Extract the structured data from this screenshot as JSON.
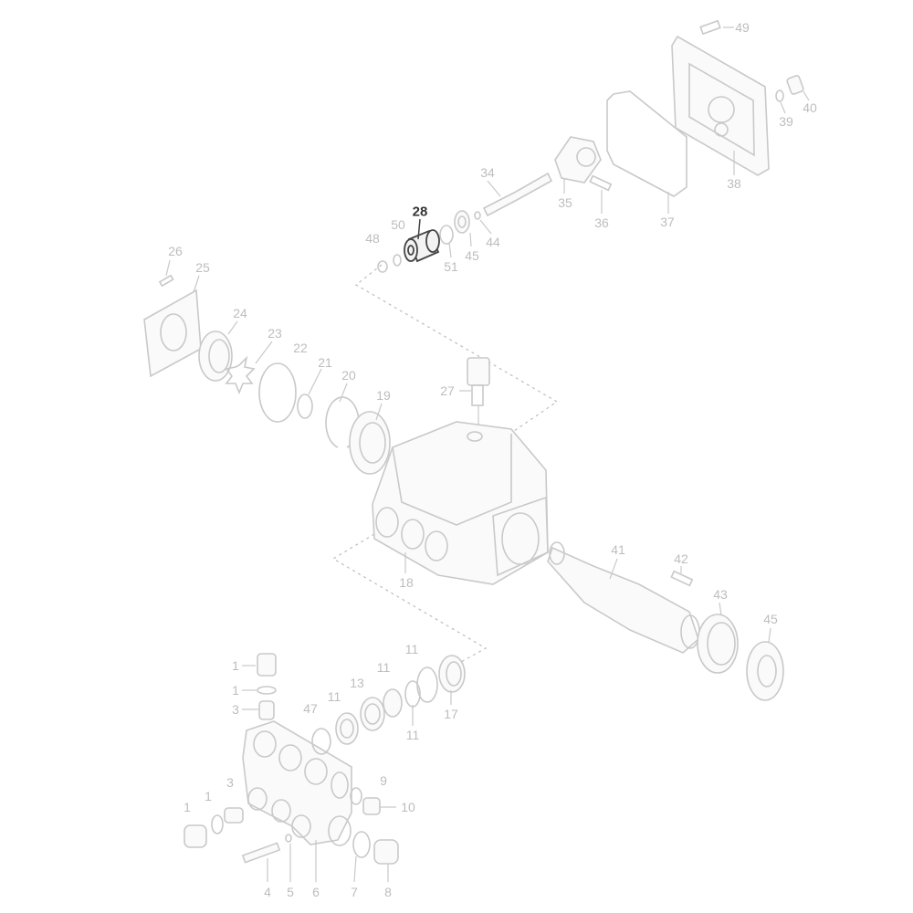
{
  "diagram": {
    "type": "exploded-parts-view",
    "highlighted_part": "28",
    "colors": {
      "part_stroke": "#c9c9c9",
      "label": "#bdbdbd",
      "highlight": "#333333"
    },
    "labels": [
      {
        "id": "49",
        "text": "49"
      },
      {
        "id": "40",
        "text": "40"
      },
      {
        "id": "39",
        "text": "39"
      },
      {
        "id": "38",
        "text": "38"
      },
      {
        "id": "37",
        "text": "37"
      },
      {
        "id": "36",
        "text": "36"
      },
      {
        "id": "35",
        "text": "35"
      },
      {
        "id": "34",
        "text": "34"
      },
      {
        "id": "44",
        "text": "44"
      },
      {
        "id": "45a",
        "text": "45"
      },
      {
        "id": "51",
        "text": "51"
      },
      {
        "id": "28",
        "text": "28"
      },
      {
        "id": "50",
        "text": "50"
      },
      {
        "id": "48",
        "text": "48"
      },
      {
        "id": "26",
        "text": "26"
      },
      {
        "id": "25",
        "text": "25"
      },
      {
        "id": "24",
        "text": "24"
      },
      {
        "id": "23",
        "text": "23"
      },
      {
        "id": "22",
        "text": "22"
      },
      {
        "id": "21",
        "text": "21"
      },
      {
        "id": "20",
        "text": "20"
      },
      {
        "id": "19",
        "text": "19"
      },
      {
        "id": "27",
        "text": "27"
      },
      {
        "id": "18",
        "text": "18"
      },
      {
        "id": "41",
        "text": "41"
      },
      {
        "id": "42",
        "text": "42"
      },
      {
        "id": "43",
        "text": "43"
      },
      {
        "id": "45b",
        "text": "45"
      },
      {
        "id": "1a",
        "text": "1"
      },
      {
        "id": "1b",
        "text": "1"
      },
      {
        "id": "3a",
        "text": "3"
      },
      {
        "id": "47",
        "text": "47"
      },
      {
        "id": "11a",
        "text": "11"
      },
      {
        "id": "13",
        "text": "13"
      },
      {
        "id": "11b",
        "text": "11"
      },
      {
        "id": "11c",
        "text": "11"
      },
      {
        "id": "17",
        "text": "17"
      },
      {
        "id": "11d",
        "text": "11"
      },
      {
        "id": "9",
        "text": "9"
      },
      {
        "id": "10",
        "text": "10"
      },
      {
        "id": "1c",
        "text": "1"
      },
      {
        "id": "1d",
        "text": "1"
      },
      {
        "id": "3b",
        "text": "3"
      },
      {
        "id": "4",
        "text": "4"
      },
      {
        "id": "5",
        "text": "5"
      },
      {
        "id": "6",
        "text": "6"
      },
      {
        "id": "7",
        "text": "7"
      },
      {
        "id": "8",
        "text": "8"
      }
    ]
  }
}
